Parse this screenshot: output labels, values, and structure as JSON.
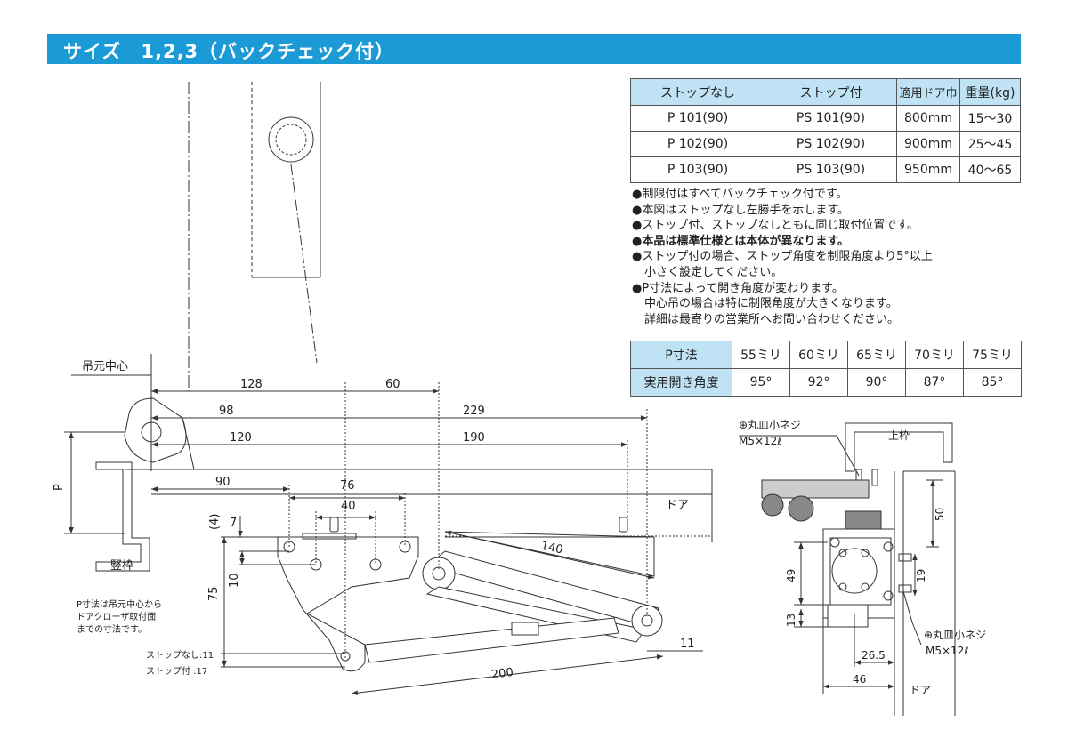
{
  "header": {
    "title": "サイズ　1,2,3（バックチェック付）"
  },
  "spec_table": {
    "headers": [
      "ストップなし",
      "ストップ付",
      "適用ドア巾",
      "重量(kg)"
    ],
    "rows": [
      [
        "P 101(90)",
        "PS 101(90)",
        "800mm",
        "15〜30"
      ],
      [
        "P 102(90)",
        "PS 102(90)",
        "900mm",
        "25〜45"
      ],
      [
        "P 103(90)",
        "PS 103(90)",
        "950mm",
        "40〜65"
      ]
    ]
  },
  "notes": [
    "●制限付はすべてバックチェック付です。",
    "●本図はストップなし左勝手を示します。",
    "●ストップ付、ストップなしともに同じ取付位置です。",
    "●本品は標準仕様とは本体が異なります。",
    "●ストップ付の場合、ストップ角度を制限角度より5°以上",
    "小さく設定してください。",
    "●P寸法によって開き角度が変わります。",
    "中心吊の場合は特に制限角度が大きくなります。",
    "詳細は最寄りの営業所へお問い合わせください。"
  ],
  "p_table": {
    "header_label": "P寸法",
    "sizes": [
      "55ミリ",
      "60ミリ",
      "65ミリ",
      "70ミリ",
      "75ミリ"
    ],
    "angle_label": "実用開き角度",
    "angles": [
      "95°",
      "92°",
      "90°",
      "87°",
      "85°"
    ]
  },
  "main_drawing": {
    "label_hinge_center": "吊元中心",
    "label_frame": "竪枠",
    "label_door": "ドア",
    "label_p": "P",
    "p_note": [
      "P寸法は吊元中心から",
      "ドアクローザ取付面",
      "までの寸法です。"
    ],
    "stop_none": "ストップなし:11",
    "stop_with": "ストップ付 :17",
    "dims": {
      "d128": "128",
      "d60": "60",
      "d98": "98",
      "d229": "229",
      "d120": "120",
      "d190": "190",
      "d90": "90",
      "d76": "76",
      "d40": "40",
      "d4": "(4)",
      "d7": "7",
      "d10": "10",
      "d75": "75",
      "d140": "140",
      "d200": "200",
      "d11": "11"
    }
  },
  "side_drawing": {
    "screw_top": [
      "⊕丸皿小ネジ",
      "M5×12ℓ"
    ],
    "screw_bottom": [
      "⊕丸皿小ネジ",
      "M5×12ℓ"
    ],
    "label_top_frame": "上枠",
    "label_door": "ドア",
    "dims": {
      "d50": "50",
      "d49": "49",
      "d19": "19",
      "d13": "13",
      "d26_5": "26.5",
      "d46": "46"
    }
  }
}
